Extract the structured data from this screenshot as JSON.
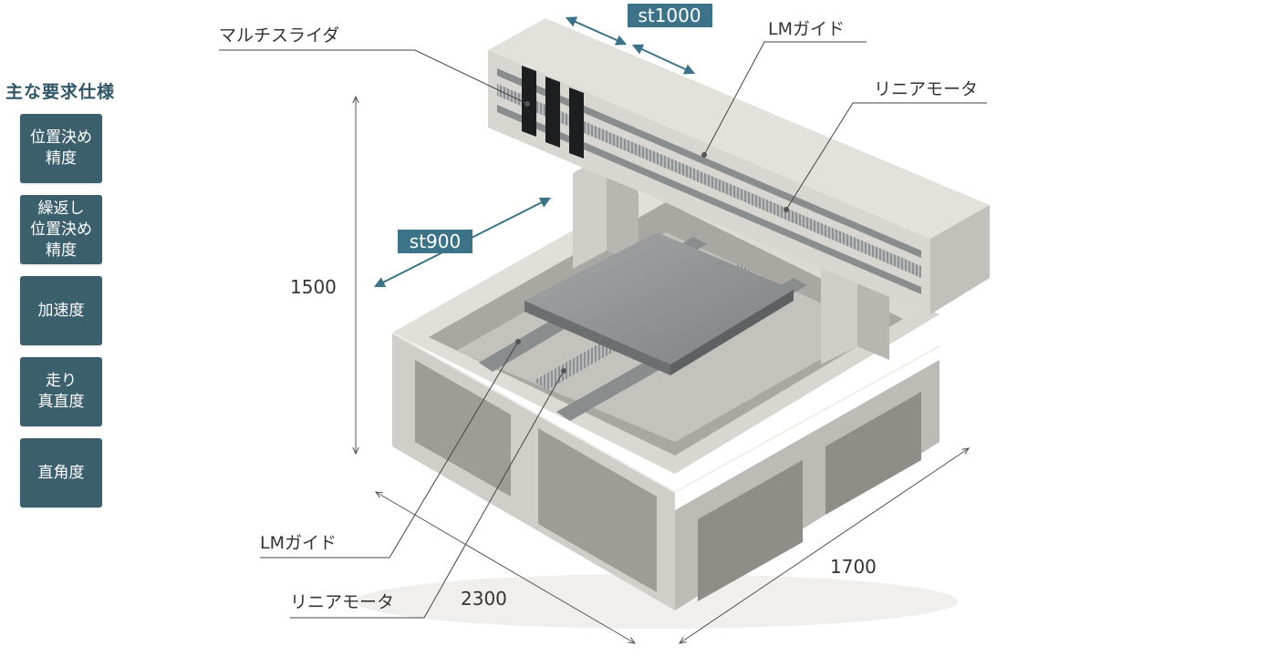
{
  "sidebar": {
    "title": "主な要求仕様",
    "items": [
      {
        "label": "位置決め\n精度"
      },
      {
        "label": "繰返し\n位置決め\n精度"
      },
      {
        "label": "加速度"
      },
      {
        "label": "走り\n真直度"
      },
      {
        "label": "直角度"
      }
    ]
  },
  "labels": {
    "multi_slider": "マルチスライダ",
    "lm_guide_top": "LMガイド",
    "linear_motor_top": "リニアモータ",
    "lm_guide_bottom": "LMガイド",
    "linear_motor_bottom": "リニアモータ"
  },
  "strokes": {
    "x_stroke": "st1000",
    "y_stroke": "st900"
  },
  "dimensions": {
    "height": "1500",
    "width": "2300",
    "depth": "1700"
  },
  "colors": {
    "accent": "#3d7388",
    "frame": "#c9c7c1",
    "panel": "#3c5f6d"
  }
}
